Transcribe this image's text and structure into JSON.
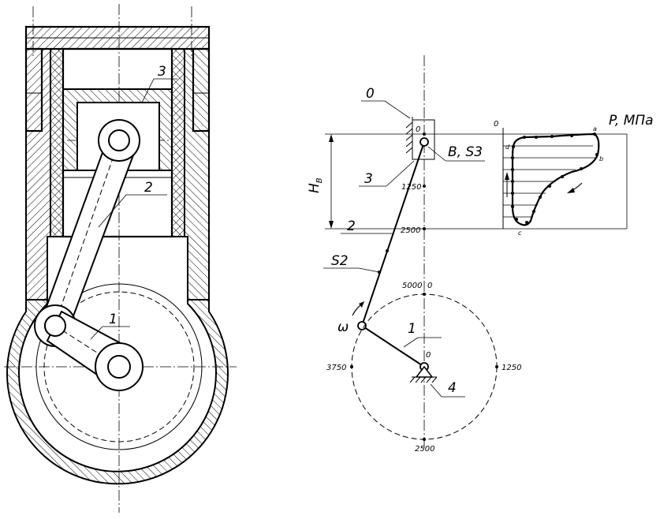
{
  "left_view": {
    "labels": {
      "piston": "3",
      "rod": "2",
      "crank": "1"
    }
  },
  "right_view": {
    "labels": {
      "zero_line": "0",
      "piston": "3",
      "rod": "2",
      "rod_center": "S2",
      "crank": "1",
      "frame": "4",
      "point_b": "B, S3",
      "stroke": "H",
      "stroke_sub": "B",
      "omega": "ω",
      "crank_center": "0"
    },
    "scale_ticks": {
      "slider_0": "0",
      "slider_1250": "1250",
      "slider_2500": "2500",
      "circle_top": "5000",
      "circle_top_zero": "0",
      "circle_left": "3750",
      "circle_right": "1250",
      "circle_bottom": "2500"
    },
    "indicator_diagram": {
      "title": "P, MПа",
      "origin": "0",
      "points": {
        "a": "a",
        "b": "b",
        "c": "c",
        "d": "d"
      }
    }
  }
}
